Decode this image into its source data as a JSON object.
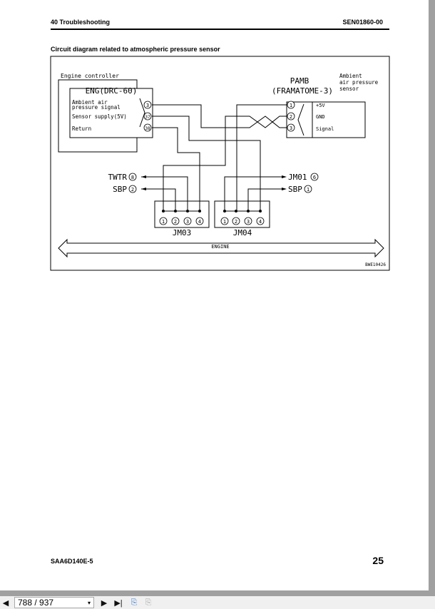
{
  "header": {
    "section": "40 Troubleshooting",
    "doc_id": "SEN01860-00"
  },
  "title": "Circuit diagram related to atmospheric pressure sensor",
  "diagram": {
    "controller_label": "Engine controller",
    "eng_connector": "ENG(DRC-60)",
    "eng_signals": [
      "Ambient air",
      "pressure signal",
      "Sensor supply(5V)",
      "Return"
    ],
    "eng_pins": [
      "3",
      "37",
      "38"
    ],
    "sensor_connector": "PAMB",
    "sensor_connector_type": "(FRAMATOME-3)",
    "sensor_label": [
      "Ambient",
      "air pressure",
      "sensor"
    ],
    "sensor_pins": [
      "1",
      "2",
      "3"
    ],
    "sensor_signals": [
      "+5V",
      "GND",
      "Signal"
    ],
    "left_refs": [
      {
        "name": "TWTR",
        "pin": "8"
      },
      {
        "name": "SBP",
        "pin": "2"
      }
    ],
    "right_refs": [
      {
        "name": "JM01",
        "pin": "6"
      },
      {
        "name": "SBP",
        "pin": "1"
      }
    ],
    "jm03": {
      "label": "JM03",
      "pins": [
        "1",
        "2",
        "3",
        "4"
      ]
    },
    "jm04": {
      "label": "JM04",
      "pins": [
        "1",
        "2",
        "3",
        "4"
      ]
    },
    "engine_label": "ENGINE",
    "figure_id": "BWE10426"
  },
  "footer": {
    "model": "SAA6D140E-5",
    "page": "25"
  },
  "toolbar": {
    "page_indicator": "788 / 937"
  }
}
